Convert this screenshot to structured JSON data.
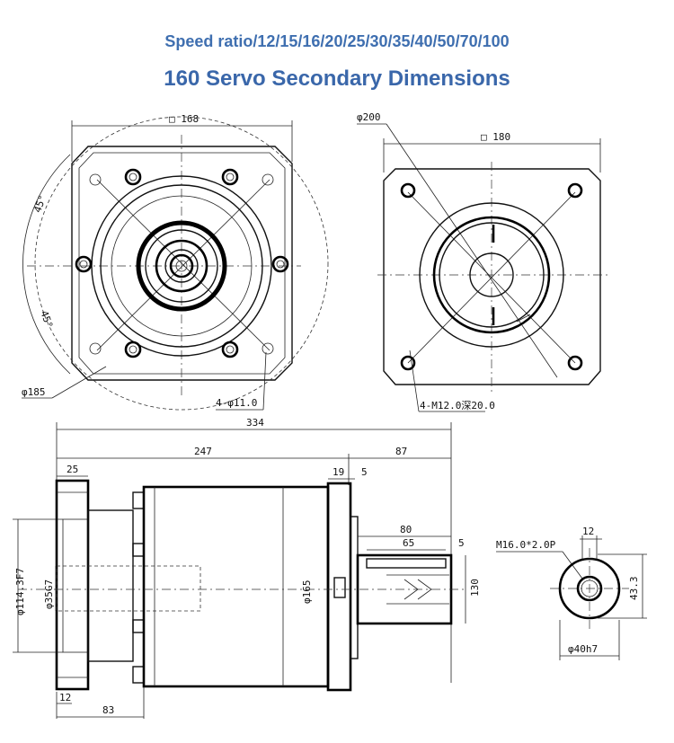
{
  "header": {
    "speed_ratio": "Speed ratio/12/15/16/20/25/30/35/40/50/70/100",
    "title": "160 Servo Secondary Dimensions"
  },
  "front_view": {
    "square": "□ 168",
    "angle_top": "45°",
    "angle_bottom": "45°",
    "pcd": "φ185",
    "holes": "4-φ11.0"
  },
  "back_view": {
    "pcd": "φ200",
    "square": "□ 180",
    "holes": "4-M12.0深20.0"
  },
  "side_view": {
    "total_length": "334",
    "body_length": "247",
    "output_length": "87",
    "flange_thickness": "25",
    "d19": "19",
    "d5": "5",
    "shaft_80": "80",
    "shaft_65": "65",
    "shaft_5": "5",
    "dia_left": "φ114.3F7",
    "dia_bore": "φ35G7",
    "dia_body": "φ165",
    "dia_right": "130",
    "d12": "12",
    "d83": "83"
  },
  "shaft_end": {
    "thread": "M16.0*2.0P",
    "key_width": "12",
    "height": "43.3",
    "diameter": "φ40h7"
  }
}
